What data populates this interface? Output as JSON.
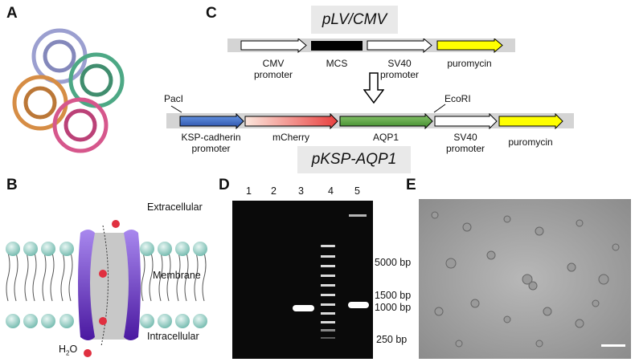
{
  "panels": {
    "a": {
      "label": "A"
    },
    "b": {
      "label": "B",
      "extracellular": "Extracellular",
      "membrane": "Membrane",
      "intracellular": "Intracellular",
      "water": "H",
      "water_sub": "2",
      "water_end": "O"
    },
    "c": {
      "label": "C",
      "top_vector": "pLV/CMV",
      "bottom_vector": "pKSP-AQP1",
      "top_elements": [
        {
          "name": "CMV",
          "name2": "promoter",
          "color": "#ffffff"
        },
        {
          "name": "MCS",
          "name2": "",
          "color": "#000000"
        },
        {
          "name": "SV40",
          "name2": "promoter",
          "color": "#ffffff"
        },
        {
          "name": "puromycin",
          "name2": "",
          "color": "#ffff00"
        }
      ],
      "bottom_elements": [
        {
          "name": "KSP-cadherin",
          "name2": "promoter",
          "color": "#3a6bc4"
        },
        {
          "name": "mCherry",
          "name2": "",
          "color": "#f07070"
        },
        {
          "name": "AQP1",
          "name2": "",
          "color": "#5aa040"
        },
        {
          "name": "SV40",
          "name2": "promoter",
          "color": "#ffffff"
        },
        {
          "name": "puromycin",
          "name2": "",
          "color": "#ffff00"
        }
      ],
      "site_left": "PacI",
      "site_right": "EcoRI"
    },
    "d": {
      "label": "D",
      "lanes": [
        "1",
        "2",
        "3",
        "4",
        "5"
      ],
      "markers": [
        "5000 bp",
        "1500 bp",
        "1000 bp",
        "250 bp"
      ]
    },
    "e": {
      "label": "E"
    }
  }
}
